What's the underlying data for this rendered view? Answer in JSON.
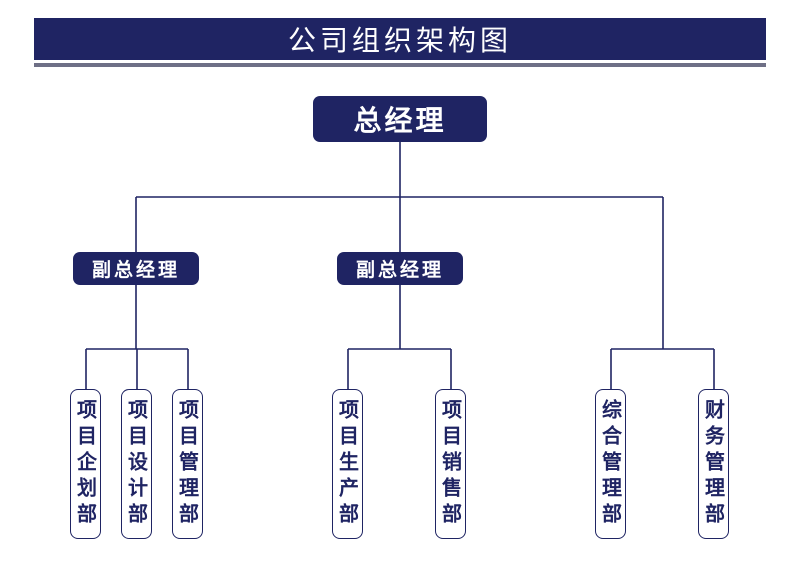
{
  "title": "公司组织架构图",
  "general_manager": "总经理",
  "deputy_managers": [
    "副总经理",
    "副总经理"
  ],
  "departments": [
    "项目企划部",
    "项目设计部",
    "项目管理部",
    "项目生产部",
    "项目销售部",
    "综合管理部",
    "财务管理部"
  ],
  "colors": {
    "primary": "#1f2463",
    "rule": "#6e6f86",
    "background": "#ffffff"
  }
}
